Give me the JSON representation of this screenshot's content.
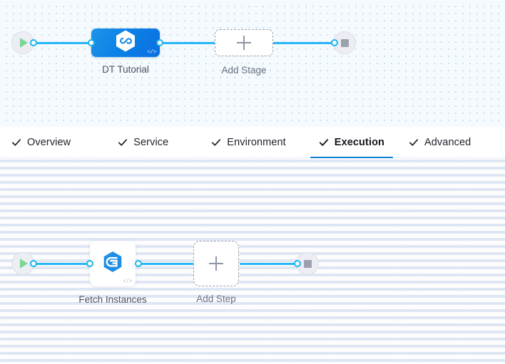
{
  "stage_canvas": {
    "name": "pipeline-stage-canvas",
    "start_node": {
      "icon": "play-icon",
      "title": "Start"
    },
    "end_node": {
      "icon": "stop-icon",
      "title": "End"
    },
    "stage": {
      "label": "DT Tutorial",
      "icon": "harness-hexagon-icon",
      "code_badge": "</>",
      "accent": "#0b7fd4"
    },
    "add_stage": {
      "label": "Add Stage",
      "icon": "plus-icon"
    }
  },
  "tabs": {
    "name": "stage-config-tabs",
    "items": [
      {
        "label": "Overview",
        "icon": "check-icon",
        "active": false
      },
      {
        "label": "Service",
        "icon": "check-icon",
        "active": false
      },
      {
        "label": "Environment",
        "icon": "check-icon",
        "active": false
      },
      {
        "label": "Execution",
        "icon": "check-icon",
        "active": true
      },
      {
        "label": "Advanced",
        "icon": "check-icon",
        "active": false
      }
    ],
    "active_underline_color": "#0b7fd4"
  },
  "step_canvas": {
    "name": "execution-step-canvas",
    "start_node": {
      "icon": "play-icon",
      "title": "Start"
    },
    "end_node": {
      "icon": "stop-icon",
      "title": "End"
    },
    "step": {
      "label": "Fetch Instances",
      "icon": "elastigroup-icon",
      "code_badge": "</>"
    },
    "add_step": {
      "label": "Add Step",
      "icon": "plus-icon"
    }
  },
  "colors": {
    "wire": "#29b6f6",
    "port_border": "#1ab3f0",
    "play": "#7ed694",
    "stop": "#9aa0ad",
    "stage_blue": "#0c82e6",
    "step_icon_blue": "#1c8ee0"
  }
}
